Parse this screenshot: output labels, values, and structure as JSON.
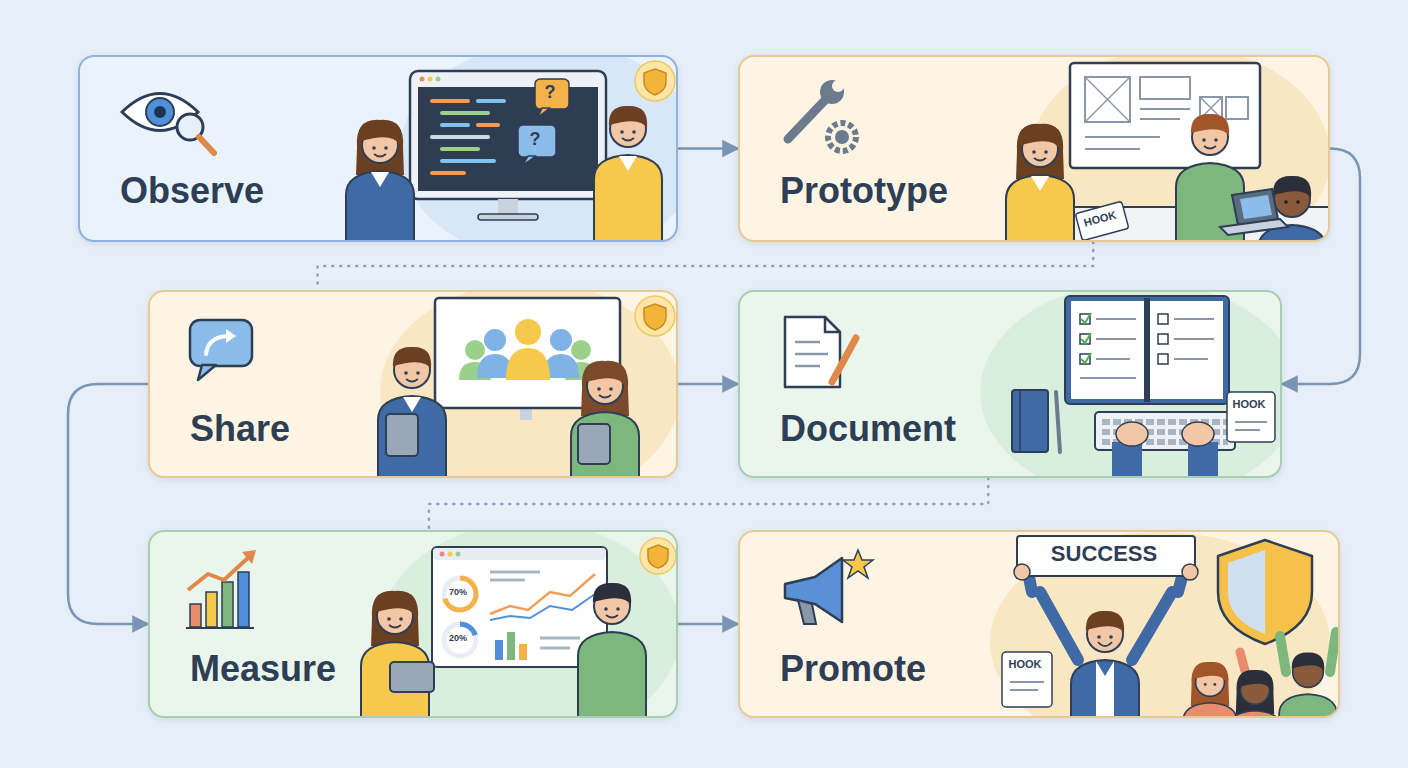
{
  "diagram": {
    "nodes": [
      {
        "text": [
          "Observe"
        ]
      },
      {
        "text": [
          "Prototype"
        ]
      },
      {
        "text": [
          "Share"
        ]
      },
      {
        "text": [
          "Document"
        ]
      },
      {
        "text": [
          "Measure"
        ]
      },
      {
        "text": [
          "Promote"
        ]
      }
    ],
    "edges": [
      {
        "from": 0,
        "to": 1,
        "arrow": "to"
      },
      {
        "from": 1,
        "to": 3,
        "arrow": "to"
      },
      {
        "from": 1,
        "to": 2,
        "arrow": "none"
      },
      {
        "from": 2,
        "to": 3,
        "arrow": "to"
      },
      {
        "from": 2,
        "to": 4,
        "arrow": "to"
      },
      {
        "from": 3,
        "to": 4,
        "arrow": "none"
      },
      {
        "from": 4,
        "to": 5,
        "arrow": "to"
      }
    ],
    "labels": [
      "?",
      "?",
      "HOOK",
      "HOOK",
      "70%",
      "20%",
      "SUCCESS",
      "HOOK"
    ]
  }
}
